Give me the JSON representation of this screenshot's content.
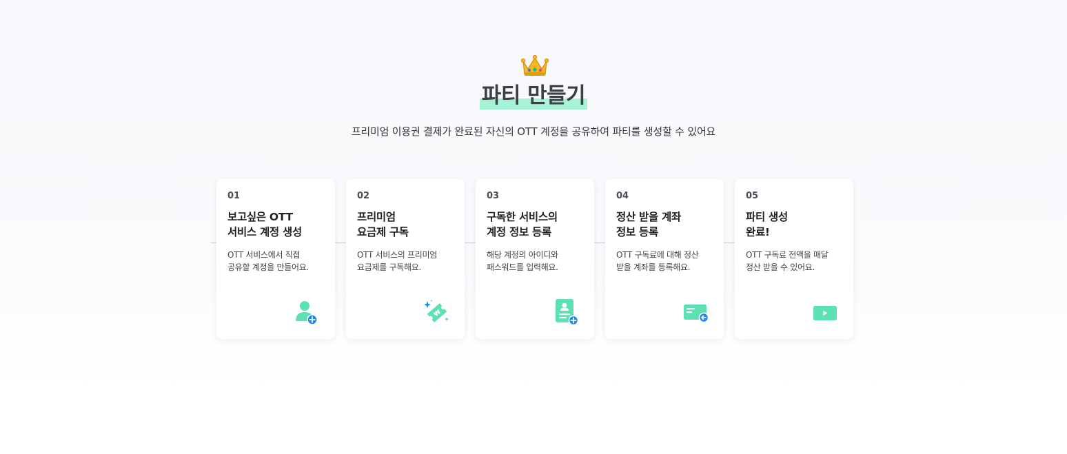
{
  "header": {
    "title": "파티 만들기",
    "subtitle": "프리미엄 이용권 결제가 완료된 자신의 OTT 계정을 공유하여 파티를 생성할 수 있어요"
  },
  "steps": [
    {
      "number": "01",
      "title": "보고싶은 OTT\n서비스 계정 생성",
      "description": "OTT 서비스에서 직접\n공유할 계정을 만들어요.",
      "icon": "user-add-icon"
    },
    {
      "number": "02",
      "title": "프리미엄\n요금제 구독",
      "description": "OTT 서비스의 프리미엄\n요금제를 구독해요.",
      "icon": "ticket-sparkle-icon"
    },
    {
      "number": "03",
      "title": "구독한 서비스의\n계정 정보 등록",
      "description": "해당 계정의 아이디와\n패스워드를 입력해요.",
      "icon": "id-card-add-icon"
    },
    {
      "number": "04",
      "title": "정산 받을 계좌\n정보 등록",
      "description": "OTT 구독료에 대해 정산\n받을 계좌를 등록해요.",
      "icon": "bank-card-icon"
    },
    {
      "number": "05",
      "title": "파티 생성\n완료!",
      "description": "OTT 구독료 전액을 매달\n정산 받을 수 있어요.",
      "icon": "play-icon"
    }
  ],
  "colors": {
    "accent_mint": "#5ee1b2",
    "highlight_mint": "#a7f3d6",
    "accent_blue": "#1a86f0",
    "crown_gold": "#f5b820"
  }
}
